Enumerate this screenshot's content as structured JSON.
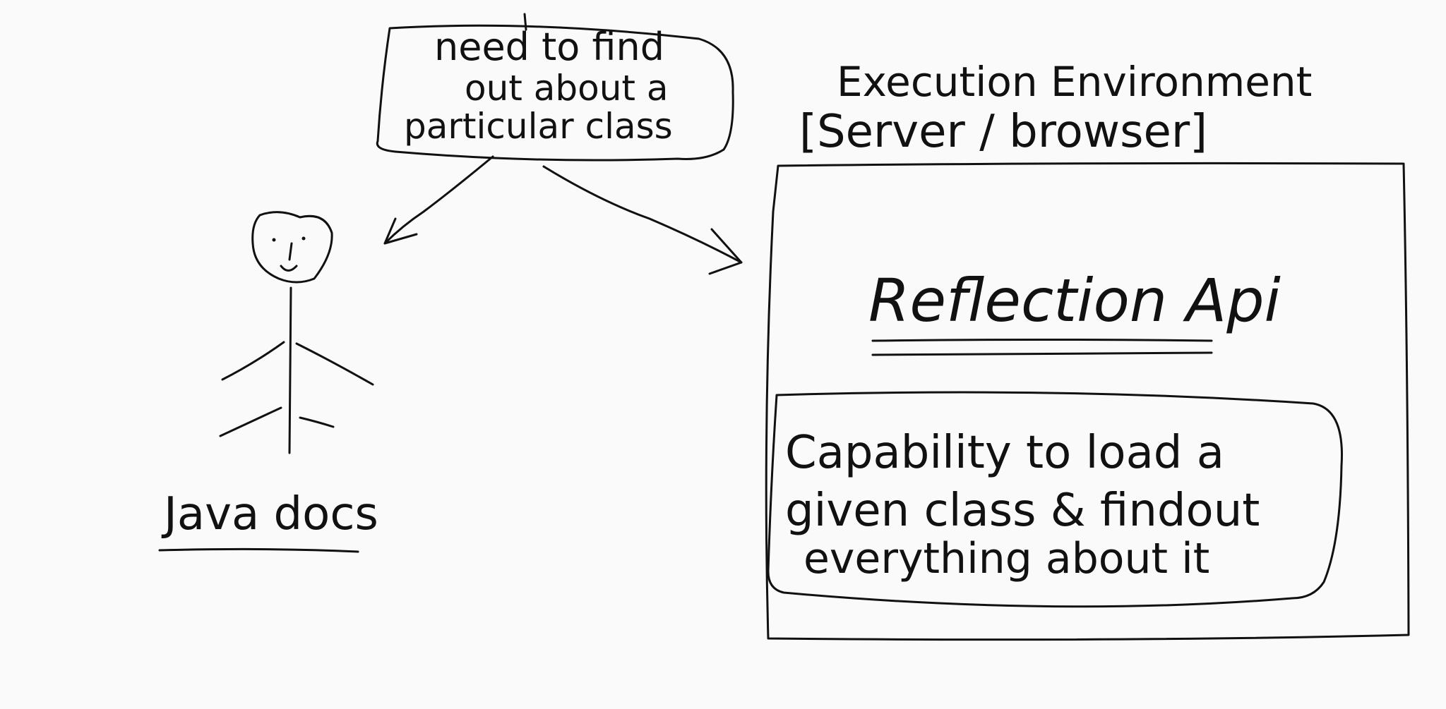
{
  "callout": {
    "line1": "need to find",
    "line2": "out about a",
    "line3": "particular class"
  },
  "person": {
    "label": "Java docs"
  },
  "environment": {
    "title": "Execution Environment",
    "subtitle": "[Server / browser]",
    "api_title": "Reflection Api",
    "capability_line1": "Capability to load a",
    "capability_line2": "given class & findout",
    "capability_line3": "everything about it"
  }
}
